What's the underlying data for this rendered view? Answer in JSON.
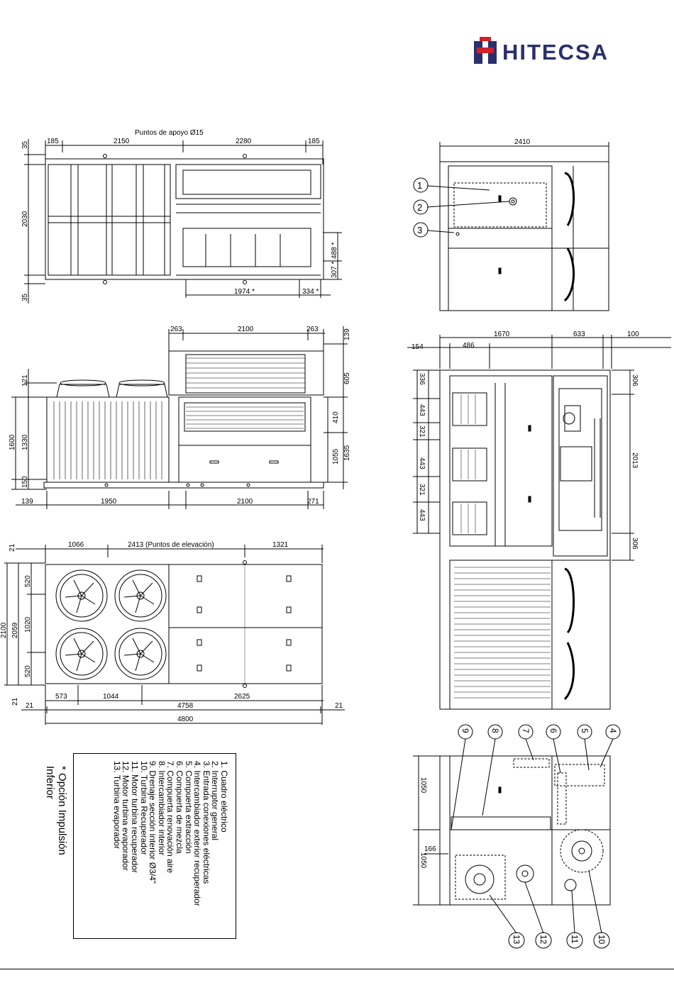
{
  "brand": {
    "name": "HITECSA",
    "colors": {
      "red": "#d0202a",
      "blue": "#2a2f6b"
    }
  },
  "view1": {
    "title": "Puntos de apoyo Ø15",
    "dims": {
      "d35a": "35",
      "d185a": "185",
      "d2150": "2150",
      "d2280": "2280",
      "d185b": "185",
      "d2030": "2030",
      "d35b": "35",
      "d488": "488 *",
      "d307": "307 *",
      "d1974": "1974 *",
      "d334": "334 *"
    }
  },
  "view2": {
    "dims": {
      "d263a": "263",
      "d2100a": "2100",
      "d263b": "263",
      "d139a": "139",
      "d121": "121",
      "d605": "605",
      "d1600": "1600",
      "d1330": "1330",
      "d410": "410",
      "d1635": "1635",
      "d1055": "1055",
      "d150": "150",
      "d139b": "139",
      "d1950": "1950",
      "d2100b": "2100",
      "d271": "271"
    }
  },
  "view3": {
    "dims": {
      "d21a": "21",
      "d1066": "1066",
      "d2413": "2413 (Puntos de elevación)",
      "d1321": "1321",
      "d520a": "520",
      "d2100": "2100",
      "d2059": "2059",
      "d1020": "1020",
      "d520b": "520",
      "d21b": "21",
      "d573": "573",
      "d1044": "1044",
      "d2625": "2625",
      "d21c": "21",
      "d4758": "4758",
      "d21d": "21",
      "d4800": "4800"
    }
  },
  "view4": {
    "dims": {
      "d2410": "2410"
    },
    "callouts": [
      "1",
      "2",
      "3"
    ]
  },
  "view5": {
    "dims": {
      "d1670": "1670",
      "d633": "633",
      "d100": "100",
      "d154": "154",
      "d486": "486",
      "d336": "336",
      "d443a": "443",
      "d321a": "321",
      "d443b": "443",
      "d321b": "321",
      "d443c": "443",
      "d306a": "306",
      "d2013": "2013",
      "d306b": "306"
    }
  },
  "view6": {
    "dims": {
      "d1050a": "1050",
      "d1050b": "1050",
      "d166": "166"
    },
    "callouts_top": [
      "9",
      "8",
      "7",
      "6",
      "5",
      "4"
    ],
    "callouts_bottom": [
      "13",
      "12",
      "11",
      "10"
    ]
  },
  "legend": {
    "items": [
      "1.   Cuadro eléctrico",
      "2.   Interruptor general",
      "3.   Entrada conexiones eléctricas",
      "4.   Intercambiador exterior recuperador",
      "5.   Compuerta extracción",
      "6.   Compuerta de mezcla",
      "7.   Compuerta renovación aire",
      "8.   Intercambiador interior",
      "9.   Drenaje sección interior Ø3/4\"",
      "10. Turbina Recuperador",
      "11. Motor turbina recuperador",
      "12. Motor turbina evaporador",
      "13. Turbina evaporador"
    ],
    "note_line1": "* Opción Impulsión",
    "note_line2": "Inferior"
  }
}
